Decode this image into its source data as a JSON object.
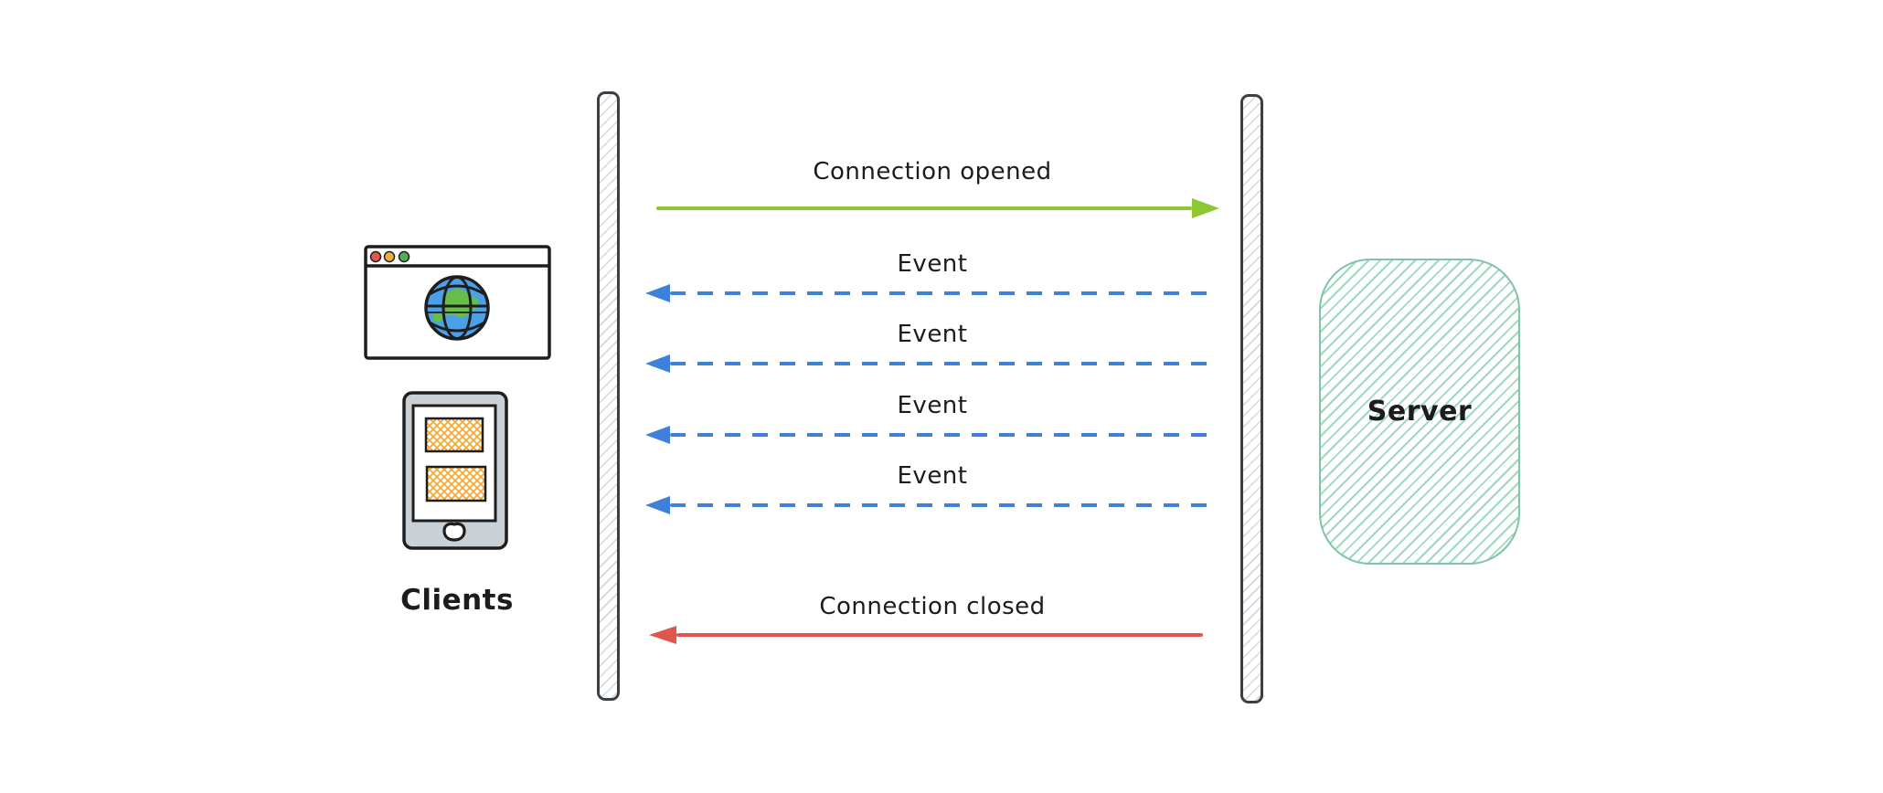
{
  "diagram": {
    "left_group": {
      "label": "Clients",
      "icons": [
        "browser-window-icon",
        "mobile-phone-icon"
      ]
    },
    "right_group": {
      "label": "Server"
    },
    "lifelines": [
      {
        "name": "client-boundary-bar"
      },
      {
        "name": "server-boundary-bar"
      }
    ],
    "messages": [
      {
        "label": "Connection opened",
        "from": "client",
        "to": "server",
        "line": "solid",
        "color_key": "open_arrow"
      },
      {
        "label": "Event",
        "from": "server",
        "to": "client",
        "line": "dashed",
        "color_key": "event_arrow"
      },
      {
        "label": "Event",
        "from": "server",
        "to": "client",
        "line": "dashed",
        "color_key": "event_arrow"
      },
      {
        "label": "Event",
        "from": "server",
        "to": "client",
        "line": "dashed",
        "color_key": "event_arrow"
      },
      {
        "label": "Event",
        "from": "server",
        "to": "client",
        "line": "dashed",
        "color_key": "event_arrow"
      },
      {
        "label": "Connection closed",
        "from": "server",
        "to": "client",
        "line": "solid",
        "color_key": "close_arrow"
      }
    ],
    "colors": {
      "open_arrow": "#8bc832",
      "event_arrow": "#3f80d8",
      "close_arrow": "#e0564e",
      "server_stroke": "#7fc6a6",
      "server_hatch": "#9ed8be",
      "wall_stroke": "#3a4046",
      "wall_hatch": "#d2d7dc",
      "text": "#1c1c1c",
      "phone_body": "#c9d0d6",
      "screen_hatch_orange": "#f0ab38",
      "globe_blue": "#4aa1e8",
      "globe_green": "#67bd4a",
      "dot_red": "#e4564c",
      "dot_yellow": "#eeb041",
      "dot_green": "#57ac53"
    }
  }
}
